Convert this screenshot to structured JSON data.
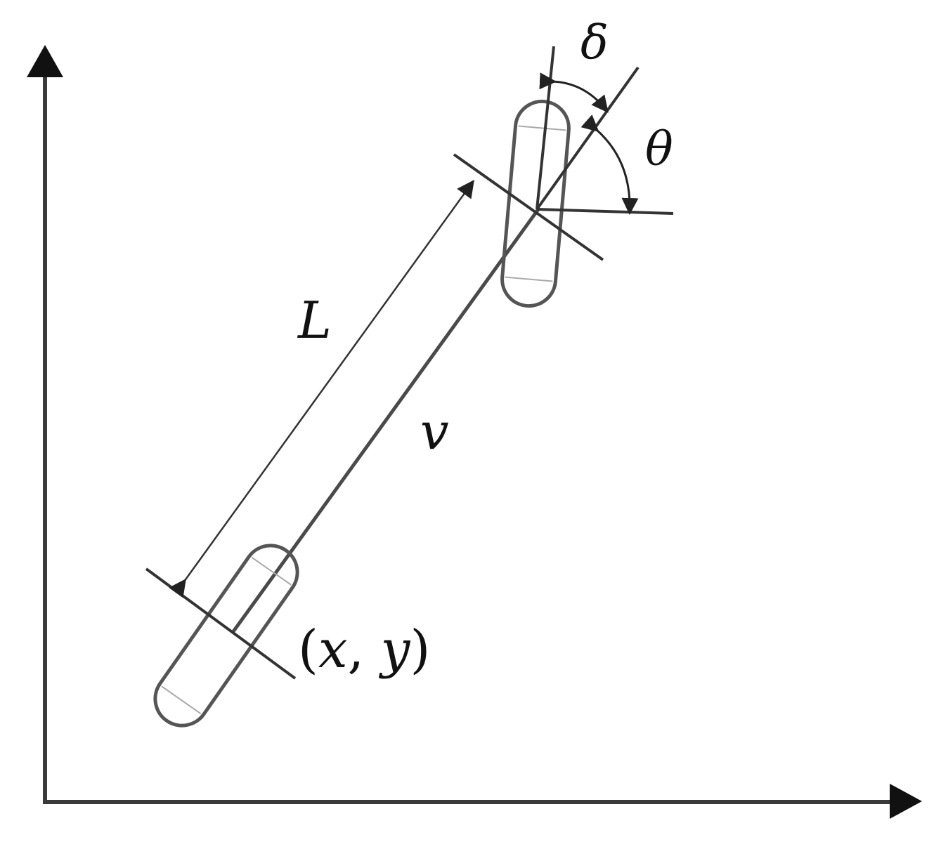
{
  "labels": {
    "steering_angle": "δ",
    "heading_angle": "θ",
    "wheelbase": "L",
    "velocity": "v",
    "rear_point": {
      "open": "(",
      "x": "x",
      "sep": ", ",
      "y": "y",
      "close": ")"
    }
  },
  "colors": {
    "axis": "#3a3a3a",
    "body": "#4a4a4a",
    "wheel_outline": "#555555",
    "wheel_inner": "#aaaaaa",
    "text": "#111111"
  }
}
